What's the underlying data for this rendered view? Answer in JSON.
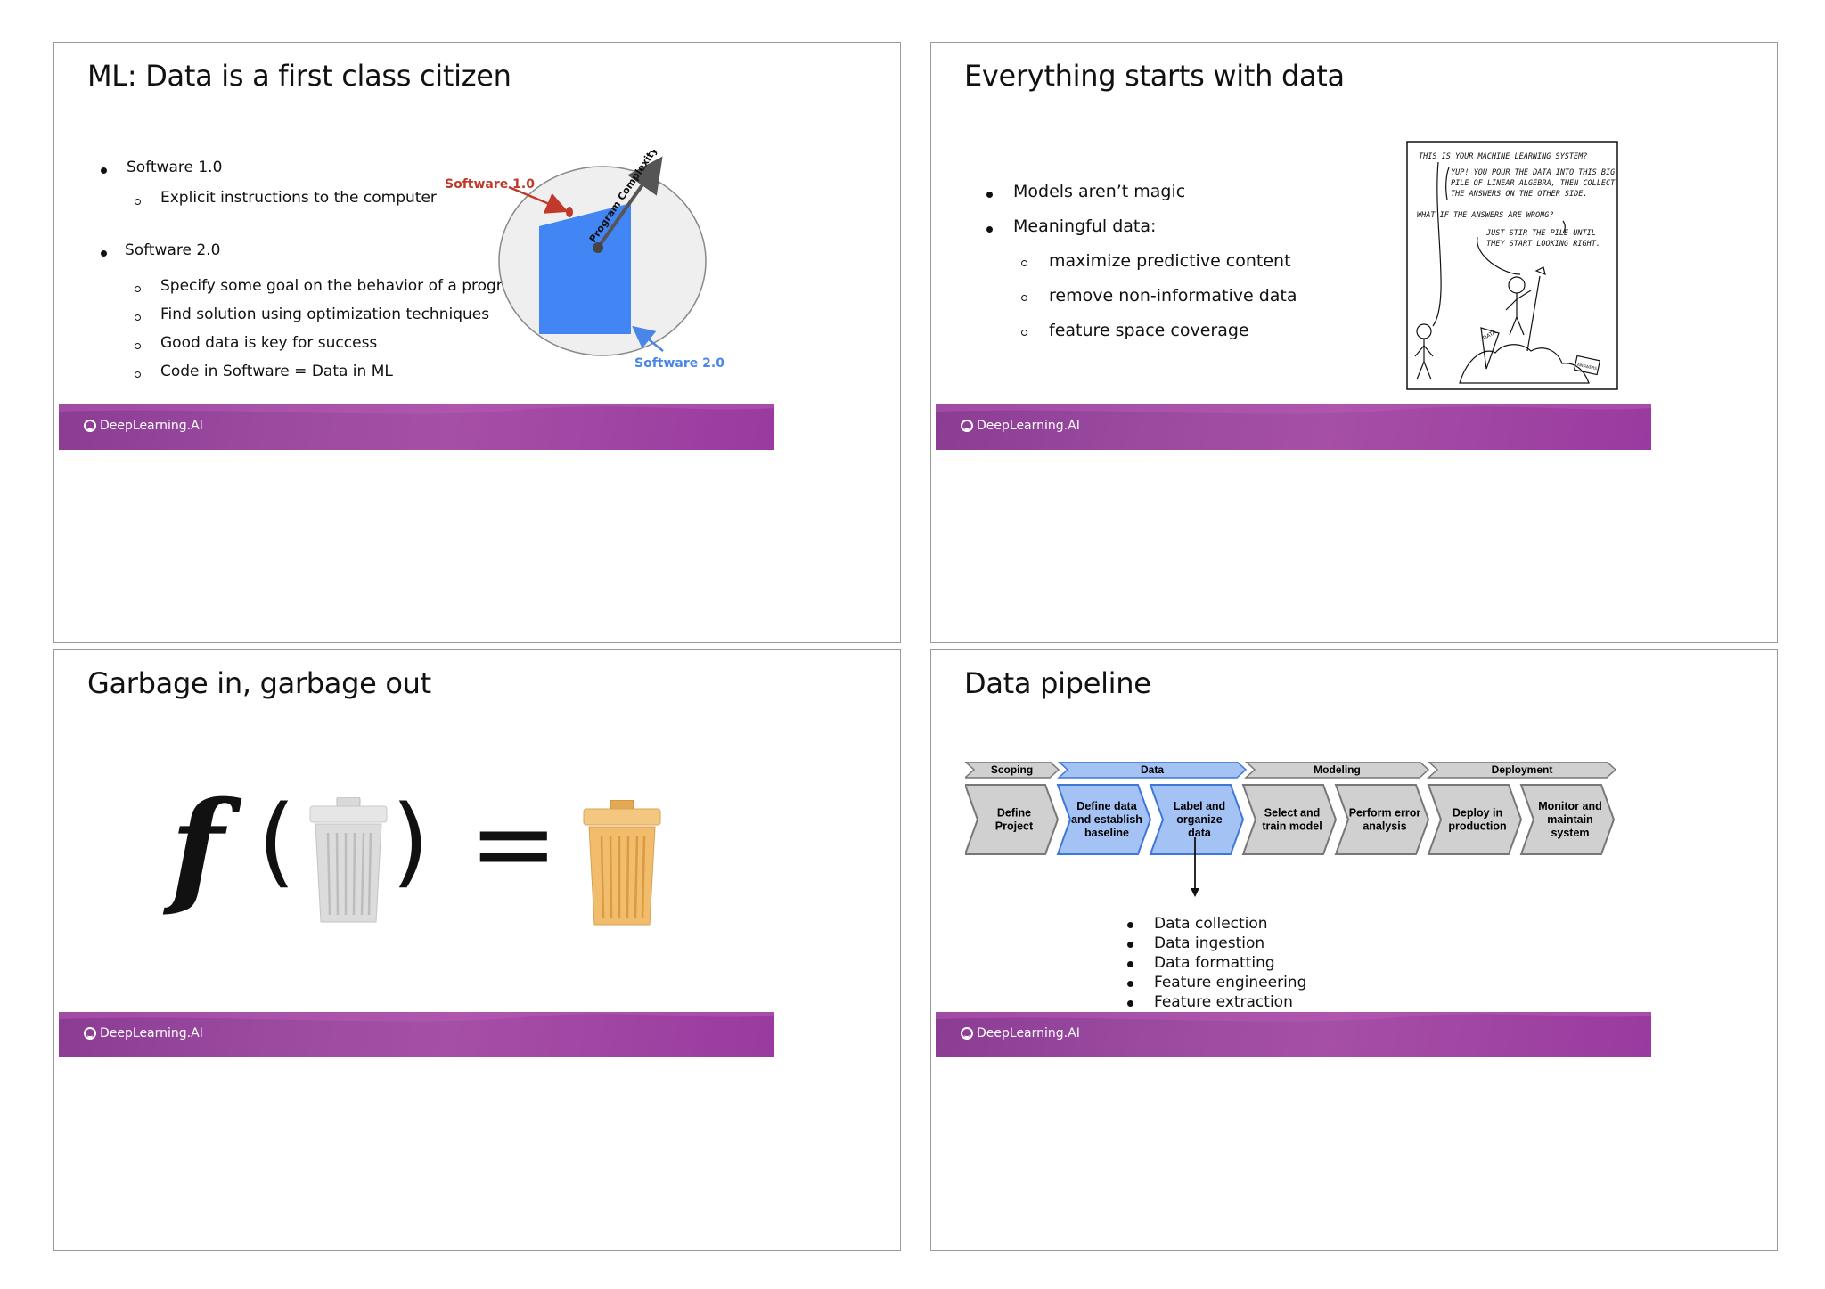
{
  "brand": "DeepLearning.AI",
  "colors": {
    "footer": "#9b3d9f",
    "software1": "#c0392b",
    "software2": "#4a86e8",
    "blue_box": "#4285f4",
    "data_stage": "#a4c2f4"
  },
  "slide1": {
    "title": "ML: Data is a first class citizen",
    "bullets": [
      {
        "text": "Software 1.0",
        "subs": [
          "Explicit instructions to the computer"
        ]
      },
      {
        "text": "Software 2.0",
        "subs": [
          "Specify some goal on the behavior of a program",
          "Find solution using optimization techniques",
          "Good data is key for success",
          "Code in Software = Data in ML"
        ]
      }
    ],
    "diagram": {
      "label_sw1": "Software 1.0",
      "label_sw2": "Software 2.0",
      "axis_label": "Program Complexity"
    }
  },
  "slide2": {
    "title": "Everything starts with data",
    "bullets": [
      {
        "text": "Models aren’t magic",
        "subs": []
      },
      {
        "text": "Meaningful data:",
        "subs": [
          "maximize predictive content",
          "remove non-informative data",
          "feature space coverage"
        ]
      }
    ],
    "comic": {
      "line1": "THIS IS YOUR MACHINE LEARNING SYSTEM?",
      "line2a": "YUP! YOU POUR THE DATA INTO THIS BIG",
      "line2b": "PILE OF LINEAR ALGEBRA, THEN COLLECT",
      "line2c": "THE ANSWERS ON THE OTHER SIDE.",
      "line3": "WHAT IF THE ANSWERS ARE WRONG?",
      "line4a": "JUST STIR THE PILE UNTIL",
      "line4b": "THEY START LOOKING RIGHT.",
      "sign_data": "DATA",
      "sign_answers": "ANSWERS"
    }
  },
  "slide3": {
    "title": "Garbage in, garbage out",
    "func": "f",
    "open_paren": "(",
    "close_paren": ")",
    "equals": "="
  },
  "slide4": {
    "title": "Data pipeline",
    "phases": [
      "Scoping",
      "Data",
      "Modeling",
      "Deployment"
    ],
    "steps": [
      [
        "Define",
        "Project"
      ],
      [
        "Define data",
        "and establish",
        "baseline"
      ],
      [
        "Label and",
        "organize",
        "data"
      ],
      [
        "Select and",
        "train model"
      ],
      [
        "Perform error",
        "analysis"
      ],
      [
        "Deploy in",
        "production"
      ],
      [
        "Monitor and",
        "maintain",
        "system"
      ]
    ],
    "bullets": [
      "Data collection",
      "Data ingestion",
      "Data formatting",
      "Feature engineering",
      "Feature extraction"
    ]
  }
}
